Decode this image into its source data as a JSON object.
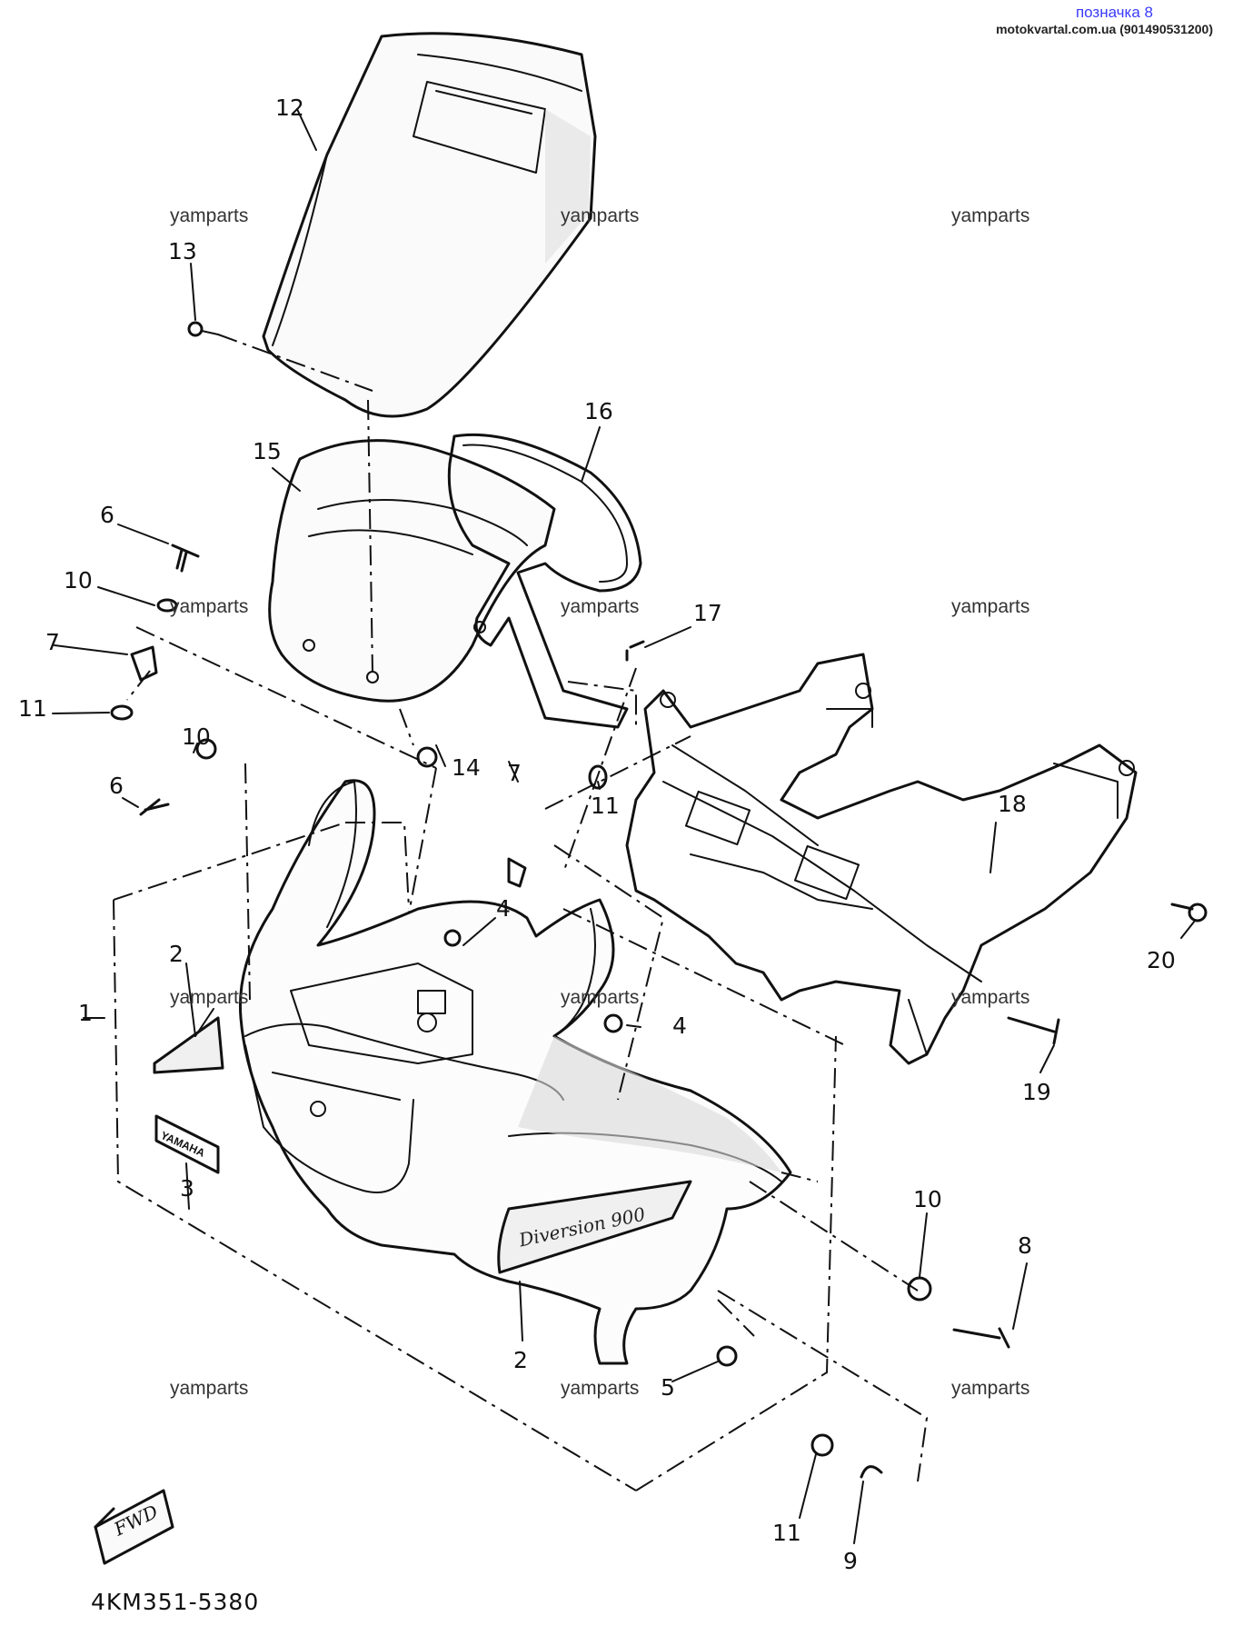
{
  "header": {
    "tag": "позначка 8",
    "site": "motokvartal.com.ua (901490531200)"
  },
  "watermark": "yamparts",
  "catalog_code": "4KM351-5380",
  "callouts": {
    "c1": "1",
    "c2a": "2",
    "c2b": "2",
    "c3": "3",
    "c4a": "4",
    "c4b": "4",
    "c5": "5",
    "c6a": "6",
    "c6b": "6",
    "c7a": "7",
    "c7b": "7",
    "c8": "8",
    "c9": "9",
    "c10a": "10",
    "c10b": "10",
    "c10c": "10",
    "c11a": "11",
    "c11b": "11",
    "c11c": "11",
    "c12": "12",
    "c13": "13",
    "c14": "14",
    "c15": "15",
    "c16": "16",
    "c17": "17",
    "c18": "18",
    "c19": "19",
    "c20": "20"
  },
  "labels": {
    "logo_text": "YAMAHA",
    "decal_text": "Diversion 900",
    "fwd_text": "FWD"
  }
}
